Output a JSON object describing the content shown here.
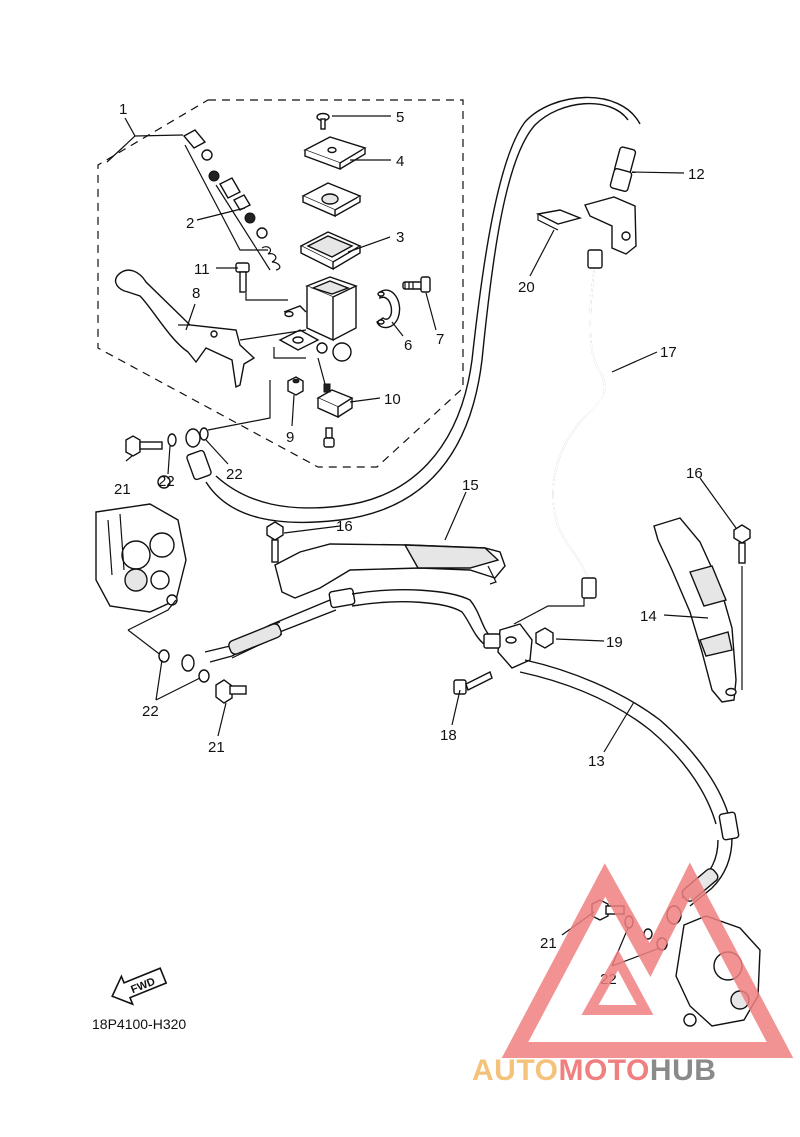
{
  "diagram": {
    "code": "18P4100-H320",
    "fwd_label": "FWD",
    "part_labels": {
      "p1": "1",
      "p2": "2",
      "p3": "3",
      "p4": "4",
      "p5": "5",
      "p6": "6",
      "p7": "7",
      "p8": "8",
      "p9": "9",
      "p10": "10",
      "p11": "11",
      "p12": "12",
      "p13": "13",
      "p14": "14",
      "p15": "15",
      "p16a": "16",
      "p16b": "16",
      "p17": "17",
      "p18": "18",
      "p19": "19",
      "p20": "20",
      "p21a": "21",
      "p21b": "21",
      "p21c": "21",
      "p22a": "22",
      "p22b": "22",
      "p22c": "22",
      "p22d": "22"
    }
  },
  "watermark": {
    "part1": "AUTO",
    "part2": "MOTO",
    "part3": "HUB",
    "colors": {
      "orange": "#f5c27a",
      "red": "#f08080",
      "gray": "#8a8a8a"
    }
  }
}
